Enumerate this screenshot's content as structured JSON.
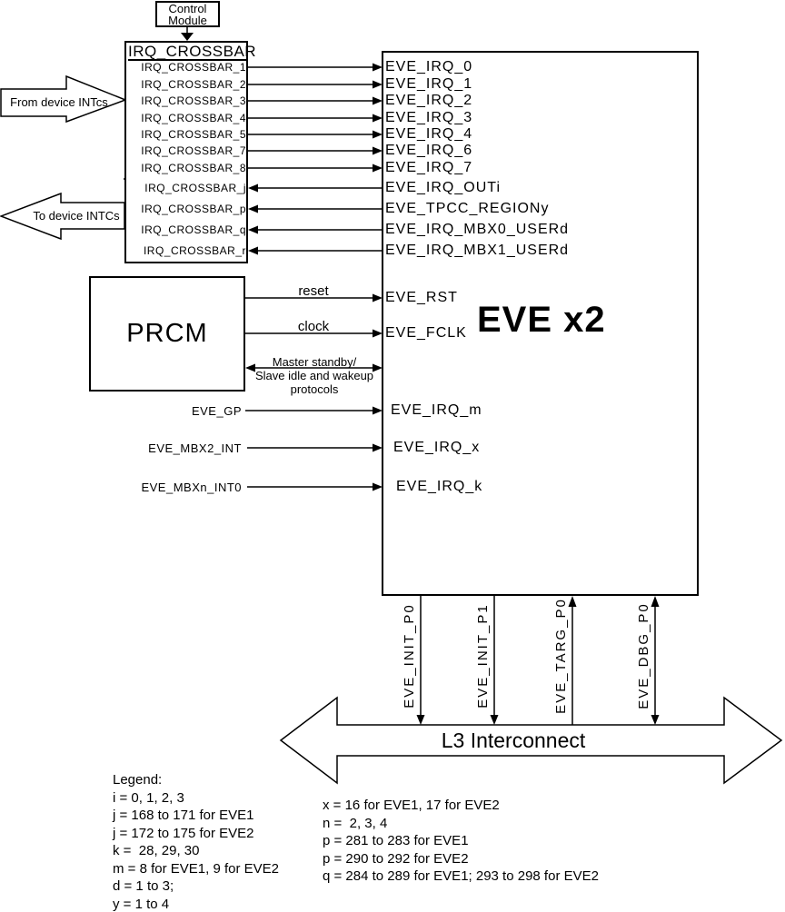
{
  "control_module": {
    "line1": "Control",
    "line2": "Module"
  },
  "crossbar": {
    "title": "IRQ_CROSSBAR",
    "outputs": [
      "IRQ_CROSSBAR_1",
      "IRQ_CROSSBAR_2",
      "IRQ_CROSSBAR_3",
      "IRQ_CROSSBAR_4",
      "IRQ_CROSSBAR_5",
      "IRQ_CROSSBAR_7",
      "IRQ_CROSSBAR_8"
    ],
    "inputs": [
      "IRQ_CROSSBAR_j",
      "IRQ_CROSSBAR_p",
      "IRQ_CROSSBAR_q",
      "IRQ_CROSSBAR_r"
    ]
  },
  "external_arrows": {
    "from_device": "From device INTcs",
    "to_device": "To device INTCs"
  },
  "eve": {
    "title": "EVE x2",
    "irq_inputs": [
      "EVE_IRQ_0",
      "EVE_IRQ_1",
      "EVE_IRQ_2",
      "EVE_IRQ_3",
      "EVE_IRQ_4",
      "EVE_IRQ_6",
      "EVE_IRQ_7"
    ],
    "irq_outputs": [
      "EVE_IRQ_OUTi",
      "EVE_TPCC_REGIONy",
      "EVE_IRQ_MBX0_USERd",
      "EVE_IRQ_MBX1_USERd"
    ],
    "rst": "EVE_RST",
    "fclk": "EVE_FCLK",
    "irq_m": "EVE_IRQ_m",
    "irq_x": "EVE_IRQ_x",
    "irq_k": "EVE_IRQ_k",
    "ports": [
      "EVE_INIT_P0",
      "EVE_INIT_P1",
      "EVE_TARG_P0",
      "EVE_DBG_P0"
    ]
  },
  "prcm": {
    "label": "PRCM",
    "reset_label": "reset",
    "clock_label": "clock",
    "standby_line1": "Master standby/",
    "standby_line2": "Slave idle and wakeup",
    "standby_line3": "protocols"
  },
  "left_signals": [
    "EVE_GP",
    "EVE_MBX2_INT",
    "EVE_MBXn_INT0"
  ],
  "l3": {
    "label": "L3 Interconnect"
  },
  "legend": {
    "title": "Legend:",
    "left": [
      "i = 0, 1, 2, 3",
      "j = 168 to 171 for EVE1",
      "j = 172 to 175 for EVE2",
      "k =  28, 29, 30",
      "m = 8 for EVE1, 9 for EVE2",
      "d = 1 to 3;",
      "y = 1 to 4"
    ],
    "right": [
      "x = 16 for EVE1, 17 for EVE2",
      "n =  2, 3, 4",
      "p = 281 to 283 for EVE1",
      "p = 290 to 292 for EVE2",
      "q = 284 to 289 for EVE1; 293 to 298 for EVE2"
    ]
  },
  "colors": {
    "line": "#000000",
    "background": "#ffffff"
  }
}
